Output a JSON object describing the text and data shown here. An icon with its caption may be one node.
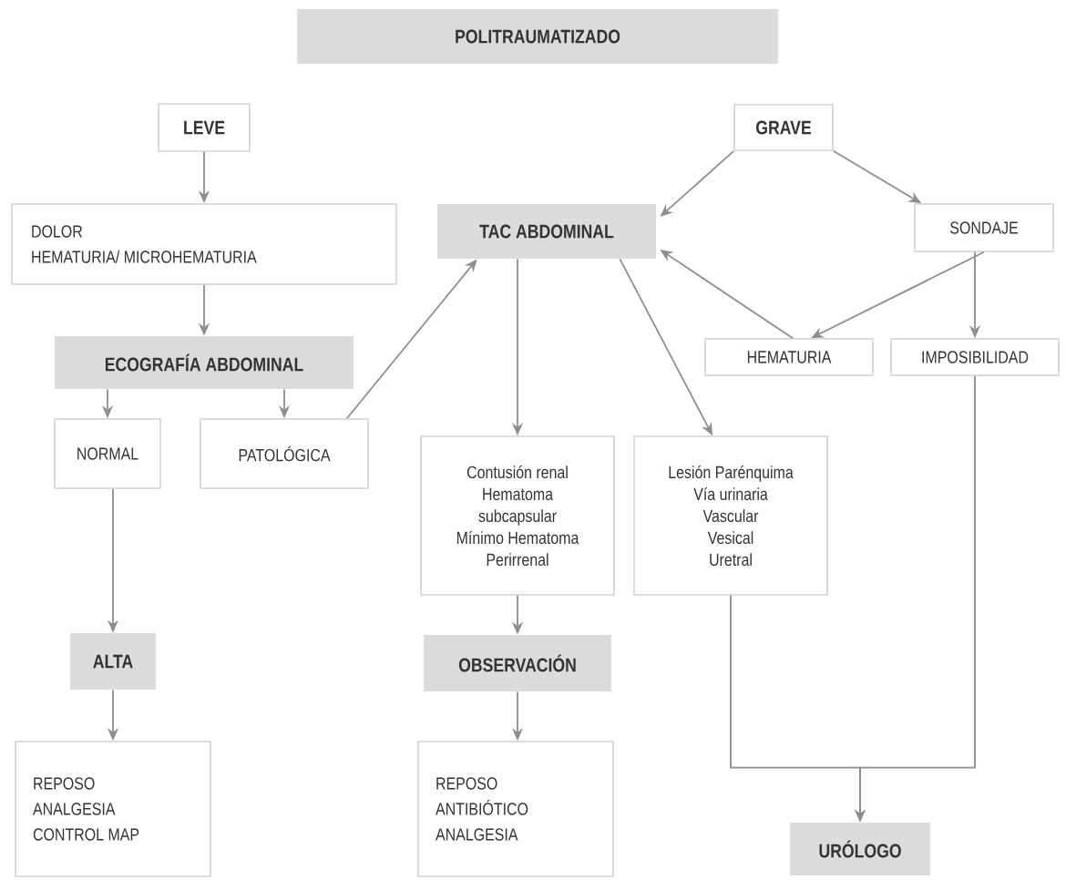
{
  "diagram": {
    "nodes": [
      {
        "text": [
          "POLITRAUMATIZADO"
        ]
      },
      {
        "text": [
          "LEVE"
        ]
      },
      {
        "text": [
          "DOLOR",
          "HEMATURIA/ MICROHEMATURIA"
        ]
      },
      {
        "text": [
          "ECOGRAFÍA ABDOMINAL"
        ]
      },
      {
        "text": [
          "NORMAL"
        ]
      },
      {
        "text": [
          "PATOLÓGICA"
        ]
      },
      {
        "text": [
          "TAC ABDOMINAL"
        ]
      },
      {
        "text": [
          "GRAVE"
        ]
      },
      {
        "text": [
          "SONDAJE"
        ]
      },
      {
        "text": [
          "HEMATURIA"
        ]
      },
      {
        "text": [
          "IMPOSIBILIDAD"
        ]
      },
      {
        "text": [
          "Contusión renal",
          "Hematoma subcapsular",
          "Mínimo Hematoma Perirrenal"
        ]
      },
      {
        "text": [
          "Lesión Parénquima",
          "Vía urinaria",
          "Vascular",
          "Vesical",
          "Uretral"
        ]
      },
      {
        "text": [
          "ALTA"
        ]
      },
      {
        "text": [
          "OBSERVACIÓN"
        ]
      },
      {
        "text": [
          "REPOSO",
          "ANALGESIA",
          "CONTROL MAP"
        ]
      },
      {
        "text": [
          "REPOSO",
          "ANTIBIÓTICO",
          "ANALGESIA"
        ]
      },
      {
        "text": [
          "URÓLOGO"
        ]
      }
    ],
    "edges": [
      {
        "from": 1,
        "to": 2,
        "arrow": "to"
      },
      {
        "from": 2,
        "to": 3,
        "arrow": "to"
      },
      {
        "from": 3,
        "to": 4,
        "arrow": "to"
      },
      {
        "from": 3,
        "to": 5,
        "arrow": "to"
      },
      {
        "from": 5,
        "to": 6,
        "arrow": "to"
      },
      {
        "from": 7,
        "to": 6,
        "arrow": "to"
      },
      {
        "from": 7,
        "to": 8,
        "arrow": "to"
      },
      {
        "from": 8,
        "to": 9,
        "arrow": "to"
      },
      {
        "from": 8,
        "to": 10,
        "arrow": "to"
      },
      {
        "from": 9,
        "to": 6,
        "arrow": "to"
      },
      {
        "from": 6,
        "to": 11,
        "arrow": "to"
      },
      {
        "from": 6,
        "to": 12,
        "arrow": "to"
      },
      {
        "from": 4,
        "to": 13,
        "arrow": "to"
      },
      {
        "from": 13,
        "to": 15,
        "arrow": "to"
      },
      {
        "from": 11,
        "to": 14,
        "arrow": "to"
      },
      {
        "from": 14,
        "to": 16,
        "arrow": "to"
      },
      {
        "from": 12,
        "to": 17,
        "arrow": "to"
      },
      {
        "from": 10,
        "to": 17,
        "arrow": "to"
      }
    ]
  }
}
